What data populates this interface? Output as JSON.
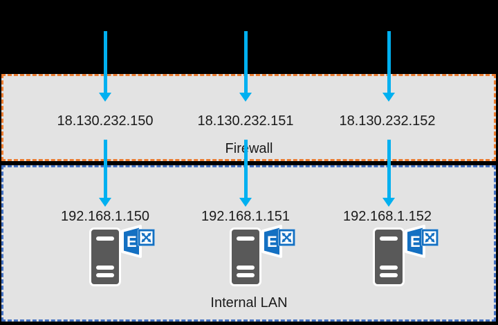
{
  "diagram": {
    "background_color": "#000000",
    "arrow_color": "#00B0F0",
    "arrow_direction": "down"
  },
  "zones": {
    "firewall": {
      "label": "Firewall",
      "border_color": "#ED7D31",
      "fill_color": "#E3E3E3",
      "nodes": [
        {
          "ip": "18.130.232.150"
        },
        {
          "ip": "18.130.232.151"
        },
        {
          "ip": "18.130.232.152"
        }
      ]
    },
    "internal_lan": {
      "label": "Internal LAN",
      "border_color": "#4472C4",
      "fill_color": "#E3E3E3",
      "nodes": [
        {
          "ip": "192.168.1.150",
          "icon": "exchange-server"
        },
        {
          "ip": "192.168.1.151",
          "icon": "exchange-server"
        },
        {
          "ip": "192.168.1.152",
          "icon": "exchange-server"
        }
      ]
    }
  },
  "icon_colors": {
    "server_body": "#595959",
    "exchange_blue": "#1470C2"
  }
}
